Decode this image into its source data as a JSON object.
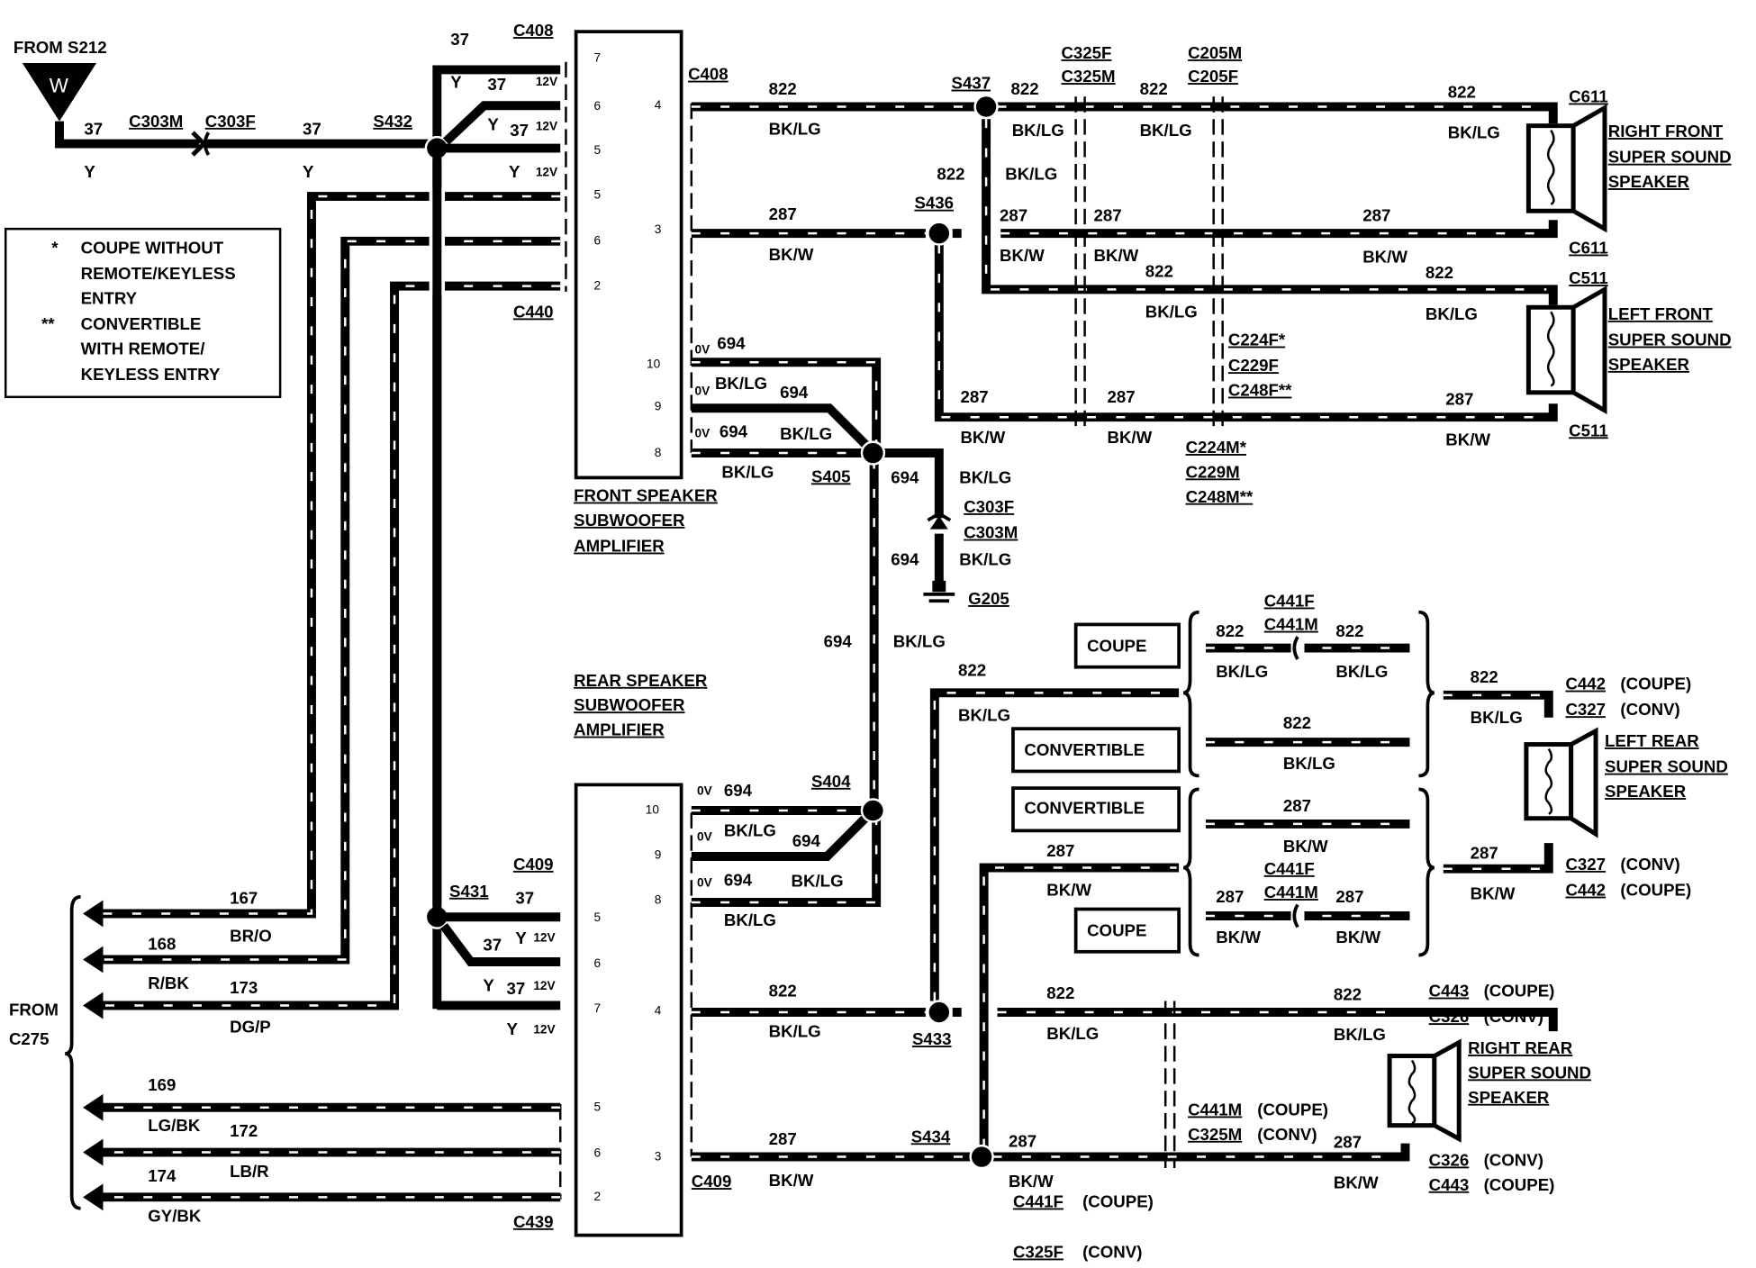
{
  "source": {
    "from_label": "FROM S212",
    "badge": "W"
  },
  "legend": {
    "items": [
      {
        "mark": "*",
        "lines": [
          "COUPE WITHOUT",
          "REMOTE/KEYLESS",
          "ENTRY"
        ]
      },
      {
        "mark": "**",
        "lines": [
          "CONVERTIBLE",
          "WITH REMOTE/",
          "KEYLESS ENTRY"
        ]
      }
    ]
  },
  "feed": {
    "circuit": "37",
    "color": "Y",
    "conn_m": "C303M",
    "conn_f": "C303F",
    "circuit2": "37",
    "color2": "Y",
    "splice_top": "S432",
    "splice_bottom": "S431"
  },
  "front_amp": {
    "title": [
      "FRONT SPEAKER",
      "SUBWOOFER",
      "AMPLIFIER"
    ],
    "conn_in_top": "C408",
    "conn_in_bottom": "C440",
    "conn_out": "C408",
    "pins_left": [
      "7",
      "6",
      "5",
      "5",
      "6",
      "2"
    ],
    "pins_right": [
      "4",
      "3",
      "10",
      "9",
      "8"
    ],
    "power": [
      {
        "circuit": "37",
        "color": "Y",
        "voltage": "12V"
      },
      {
        "circuit": "37",
        "color": "Y",
        "voltage": "12V"
      },
      {
        "circuit": "",
        "color": "Y",
        "voltage": "12V"
      }
    ]
  },
  "rear_amp": {
    "title": [
      "REAR SPEAKER",
      "SUBWOOFER",
      "AMPLIFIER"
    ],
    "conn_in_top": "C409",
    "conn_in_bottom": "C439",
    "conn_out": "C409",
    "pins_left": [
      "5",
      "6",
      "7",
      "5",
      "6",
      "2"
    ],
    "pins_right": [
      "10",
      "9",
      "8",
      "4",
      "3"
    ],
    "power": [
      {
        "circuit": "37",
        "color": "Y",
        "voltage": "12V"
      },
      {
        "circuit": "37",
        "color": "Y",
        "voltage": "12V"
      },
      {
        "circuit": "",
        "color": "Y",
        "voltage": "12V"
      }
    ]
  },
  "from_c275": {
    "label": [
      "FROM",
      "C275"
    ],
    "wires": [
      {
        "circuit": "167",
        "color": "BR/O"
      },
      {
        "circuit": "168",
        "color": "R/BK"
      },
      {
        "circuit": "173",
        "color": "DG/P"
      },
      {
        "circuit": "169",
        "color": "LG/BK"
      },
      {
        "circuit": "172",
        "color": "LB/R"
      },
      {
        "circuit": "174",
        "color": "GY/BK"
      }
    ]
  },
  "ground": {
    "circuit": "694",
    "color": "BK/LG",
    "zero_volt": "0V",
    "splice_front": "S405",
    "splice_rear": "S404",
    "conn_f": "C303F",
    "conn_m": "C303M",
    "ground_id": "G205"
  },
  "front_speakers": {
    "splice_822": "S437",
    "splice_287": "S436",
    "pos": {
      "circuit": "822",
      "color": "BK/LG"
    },
    "neg": {
      "circuit": "287",
      "color": "BK/W"
    },
    "conn_a": [
      "C325F",
      "C325M"
    ],
    "conn_b": [
      "C205M",
      "C205F"
    ],
    "conn_c_f": [
      "C224F*",
      "C229F",
      "C248F**"
    ],
    "conn_c_m": [
      "C224M*",
      "C229M",
      "C248M**"
    ],
    "right": {
      "connector": "C611",
      "name": [
        "RIGHT FRONT",
        "SUPER SOUND",
        "SPEAKER"
      ]
    },
    "left": {
      "connector": "C511",
      "name": [
        "LEFT FRONT",
        "SUPER SOUND",
        "SPEAKER"
      ]
    }
  },
  "rear_speakers": {
    "splice_822": "S433",
    "splice_287": "S434",
    "pos": {
      "circuit": "822",
      "color": "BK/LG"
    },
    "neg": {
      "circuit": "287",
      "color": "BK/W"
    },
    "options": {
      "coupe": "COUPE",
      "convertible": "CONVERTIBLE"
    },
    "c441": [
      "C441F",
      "C441M"
    ],
    "left": {
      "name": [
        "LEFT REAR",
        "SUPER SOUND",
        "SPEAKER"
      ],
      "conn_top": [
        {
          "id": "C442",
          "note": "(COUPE)"
        },
        {
          "id": "C327",
          "note": "(CONV)"
        }
      ],
      "conn_bottom": [
        {
          "id": "C327",
          "note": "(CONV)"
        },
        {
          "id": "C442",
          "note": "(COUPE)"
        }
      ]
    },
    "right": {
      "name": [
        "RIGHT REAR",
        "SUPER SOUND",
        "SPEAKER"
      ],
      "conn_top": [
        {
          "id": "C443",
          "note": "(COUPE)"
        },
        {
          "id": "C326",
          "note": "(CONV)"
        }
      ],
      "conn_bottom": [
        {
          "id": "C326",
          "note": "(CONV)"
        },
        {
          "id": "C443",
          "note": "(COUPE)"
        }
      ]
    },
    "inline_m": [
      {
        "id": "C441M",
        "note": "(COUPE)"
      },
      {
        "id": "C325M",
        "note": "(CONV)"
      }
    ],
    "inline_f": [
      {
        "id": "C441F",
        "note": "(COUPE)"
      },
      {
        "id": "C325F",
        "note": "(CONV)"
      }
    ]
  }
}
